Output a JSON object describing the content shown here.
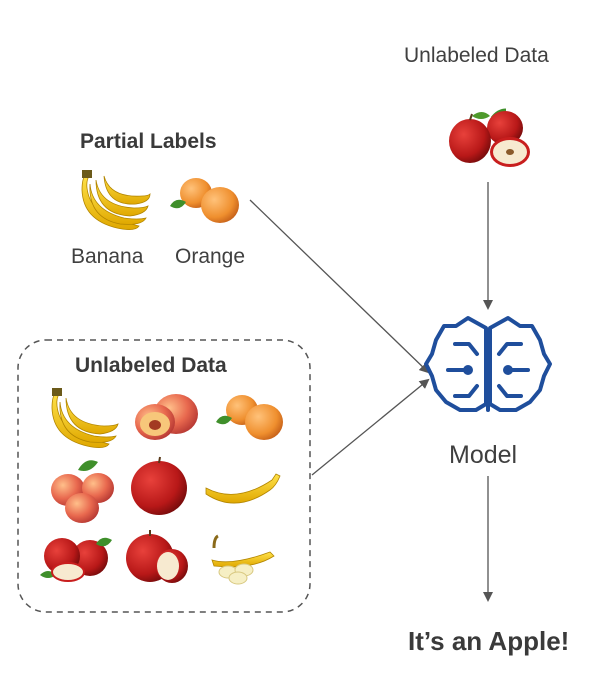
{
  "labels": {
    "unlabeled_top": "Unlabeled Data",
    "partial_labels": "Partial Labels",
    "banana": "Banana",
    "orange": "Orange",
    "unlabeled_box": "Unlabeled Data",
    "model": "Model",
    "result": "It’s an Apple!"
  },
  "icons": {
    "model": "brain-circuit-icon",
    "fruits": [
      "apples-image",
      "bananas-image",
      "oranges-image",
      "peaches-image",
      "apple-image",
      "banana-image"
    ]
  },
  "colors": {
    "model_icon": "#1f4e9c",
    "arrow": "#555555",
    "box_border": "#555555",
    "banana": "#f5c518",
    "orange": "#f29a3a",
    "apple": "#c81e1e",
    "leaf": "#3f8f2b"
  }
}
